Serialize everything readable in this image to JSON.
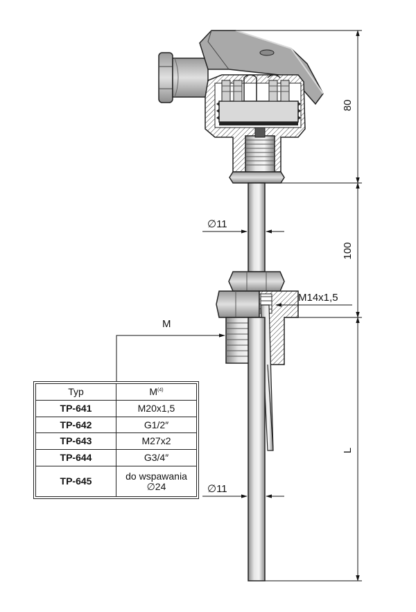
{
  "dimensions": {
    "head_height": "80",
    "stem_length": "100",
    "probe_length": "L",
    "neck_diameter": "∅11",
    "probe_diameter": "∅11",
    "nipple_thread": "M14x1,5",
    "process_thread": "M"
  },
  "table": {
    "header_type": "Typ",
    "header_m": "M",
    "header_m_note": "(4)",
    "rows": [
      {
        "type": "TP-641",
        "m": "M20x1,5"
      },
      {
        "type": "TP-642",
        "m": "G1/2″"
      },
      {
        "type": "TP-643",
        "m": "M27x2"
      },
      {
        "type": "TP-644",
        "m": "G3/4″"
      },
      {
        "type": "TP-645",
        "m": "do wspawania",
        "m2": "∅24"
      }
    ]
  }
}
